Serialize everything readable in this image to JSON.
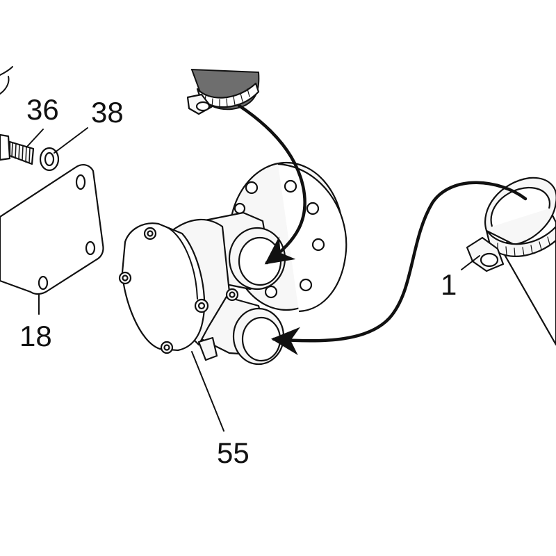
{
  "callouts": {
    "c36": "36",
    "c38": "38",
    "c18": "18",
    "c1": "1",
    "c55": "55"
  },
  "colors": {
    "ink": "#111111",
    "hose": "#6e6e6e",
    "part_fill": "#f7f7f7"
  }
}
